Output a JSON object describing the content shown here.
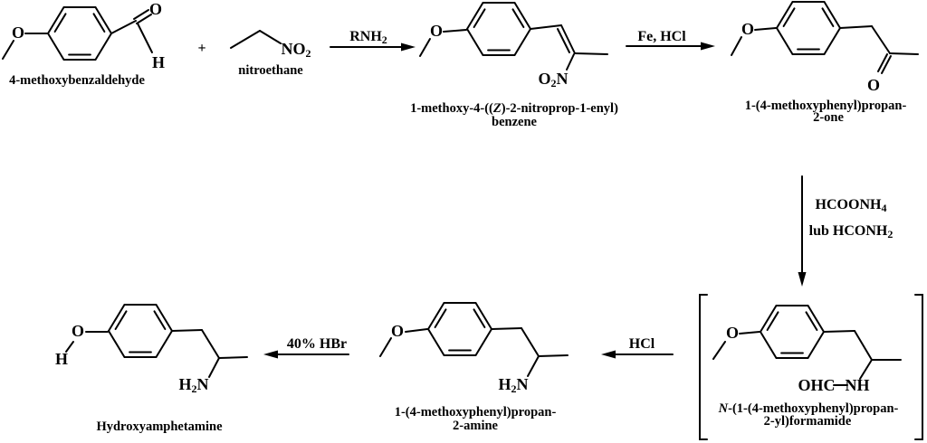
{
  "colors": {
    "ink": "#000000",
    "background": "#ffffff"
  },
  "compounds": {
    "benzaldehyde": {
      "name": "4-methoxybenzaldehyde",
      "atom_o_methoxy": "O",
      "atom_o_carbonyl": "O",
      "atom_h": "H"
    },
    "nitroethane": {
      "name": "nitroethane",
      "no2": {
        "pre": "NO",
        "sub": "2"
      }
    },
    "nitropropenyl": {
      "name_line1": {
        "pre": "1-methoxy-4-((",
        "it": "Z",
        "post": ")-2-nitroprop-1-enyl)"
      },
      "name_line2": "benzene",
      "atom_o": "O",
      "o2n": {
        "pre": "O",
        "sub": "2",
        "post": "N"
      }
    },
    "ketone": {
      "name_line1": "1-(4-methoxyphenyl)propan-",
      "name_line2": "2-one",
      "atom_o_methoxy": "O",
      "atom_o_carbonyl": "O"
    },
    "formamide": {
      "name_line1": {
        "it": "N",
        "post": "-(1-(4-methoxyphenyl)propan-"
      },
      "name_line2": "2-yl)formamide",
      "atom_o": "O",
      "ohc": "OHC",
      "nh": "NH"
    },
    "amine": {
      "name_line1": "1-(4-methoxyphenyl)propan-",
      "name_line2": "2-amine",
      "atom_o": "O",
      "h2n": {
        "pre": "H",
        "sub": "2",
        "post": "N"
      }
    },
    "hydroxyamphetamine": {
      "name": "Hydroxyamphetamine",
      "atom_h": "H",
      "atom_o": "O",
      "h2n": {
        "pre": "H",
        "sub": "2",
        "post": "N"
      }
    }
  },
  "reagents": {
    "plus": "+",
    "step1": {
      "pre": "RNH",
      "sub": "2"
    },
    "step2": "Fe, HCl",
    "step3_line1": {
      "pre": "HCOONH",
      "sub": "4"
    },
    "step3_line2": {
      "pre": "lub HCONH",
      "sub": "2"
    },
    "step4": "HCl",
    "step5": "40% HBr"
  }
}
